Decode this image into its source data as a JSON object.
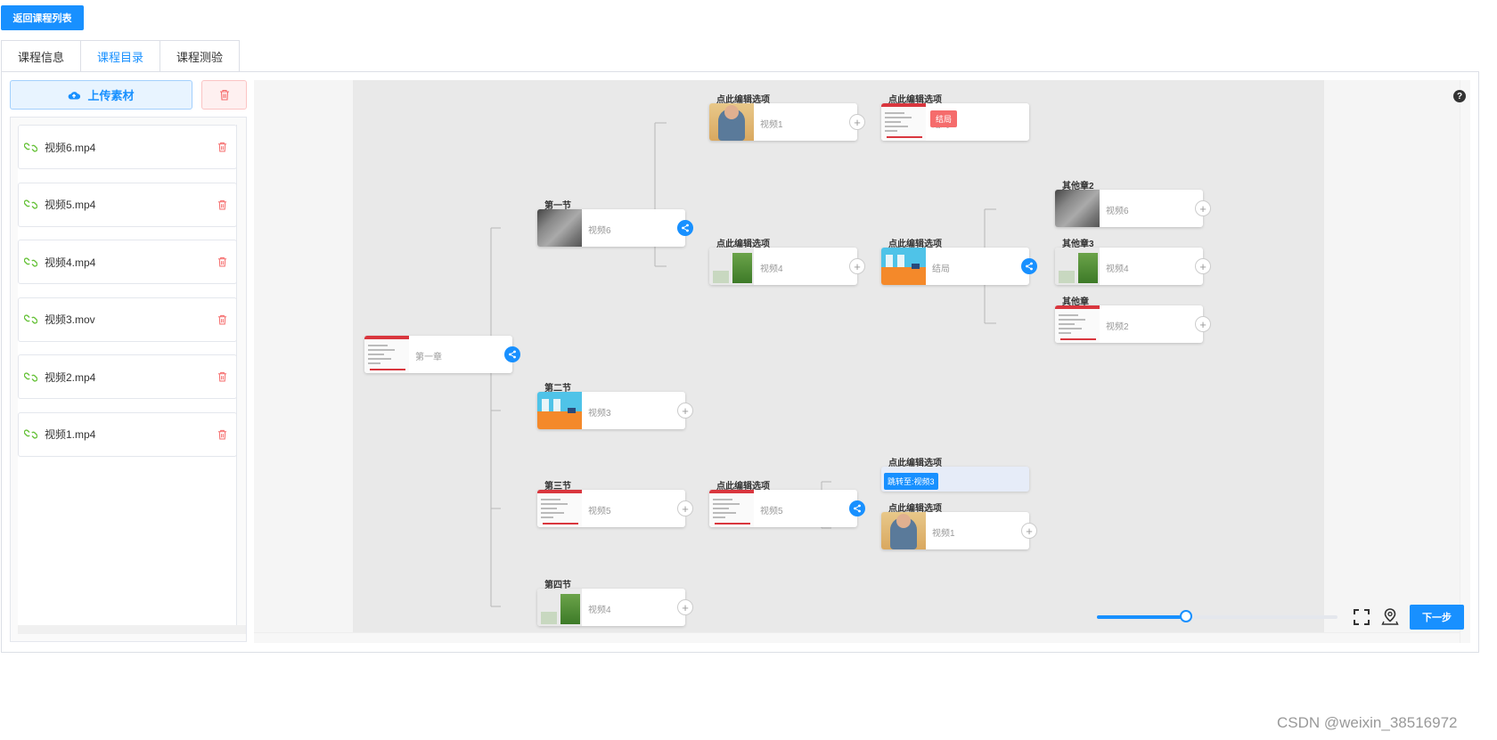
{
  "header": {
    "back_label": "返回课程列表"
  },
  "tabs": [
    {
      "label": "课程信息",
      "active": false
    },
    {
      "label": "课程目录",
      "active": true
    },
    {
      "label": "课程测验",
      "active": false
    }
  ],
  "toolbar": {
    "upload_label": "上传素材"
  },
  "files": [
    "视频6.mp4",
    "视频5.mp4",
    "视频4.mp4",
    "视频3.mov",
    "视频2.mp4",
    "视频1.mp4"
  ],
  "tree": {
    "root": {
      "text": "第一章",
      "thumb": "paper"
    },
    "sections": [
      {
        "label": "第一节",
        "text": "视频6",
        "thumb": "gray"
      },
      {
        "label": "第二节",
        "text": "视频3",
        "thumb": "orange"
      },
      {
        "label": "第三节",
        "text": "视频5",
        "thumb": "paper"
      },
      {
        "label": "第四节",
        "text": "视频4",
        "thumb": "plant"
      }
    ],
    "s1_options": [
      {
        "label": "点此编辑选项",
        "text": "视频1",
        "thumb": "person"
      },
      {
        "label": "点此编辑选项",
        "text": "视频4",
        "thumb": "plant"
      }
    ],
    "s1_o1_child": {
      "label": "点此编辑选项",
      "text": "结局",
      "thumb": "paper",
      "badge": "结局"
    },
    "s1_o2_child": {
      "label": "点此编辑选项",
      "text": "结局",
      "thumb": "orange"
    },
    "other_chapters": [
      {
        "label": "其他章2",
        "text": "视频6",
        "thumb": "gray"
      },
      {
        "label": "其他章3",
        "text": "视频4",
        "thumb": "plant"
      },
      {
        "label": "其他章",
        "text": "视频2",
        "thumb": "paper"
      }
    ],
    "s3_option": {
      "label": "点此编辑选项",
      "text": "视频5",
      "thumb": "paper"
    },
    "s3_children": [
      {
        "label": "点此编辑选项",
        "jump": "跳转至:视频3"
      },
      {
        "label": "点此编辑选项",
        "text": "视频1",
        "thumb": "person"
      }
    ]
  },
  "controls": {
    "help": "?",
    "next_label": "下一步",
    "zoom": 0.37
  },
  "colors": {
    "primary": "#1890ff",
    "danger": "#f56c6c"
  },
  "watermark": "CSDN @weixin_38516972"
}
